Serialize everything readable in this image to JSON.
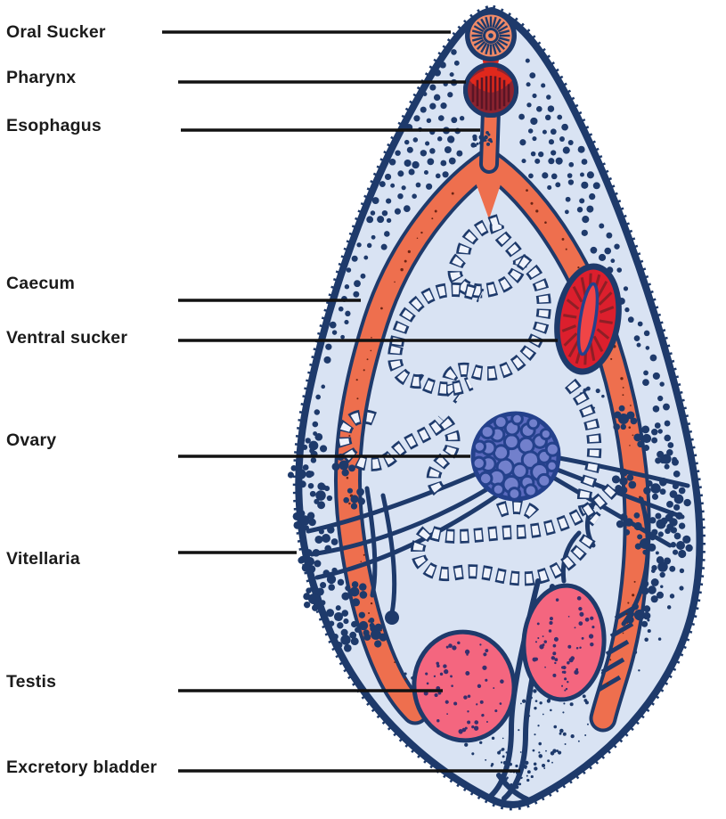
{
  "diagram": {
    "labels": [
      {
        "id": "oral-sucker",
        "text": "Oral Sucker"
      },
      {
        "id": "pharynx",
        "text": "Pharynx"
      },
      {
        "id": "esophagus",
        "text": "Esophagus"
      },
      {
        "id": "caecum",
        "text": "Caecum"
      },
      {
        "id": "ventral-sucker",
        "text": "Ventral sucker"
      },
      {
        "id": "ovary",
        "text": "Ovary"
      },
      {
        "id": "vitellaria",
        "text": "Vitellaria"
      },
      {
        "id": "testis",
        "text": "Testis"
      },
      {
        "id": "excretory-bladder",
        "text": "Excretory bladder"
      }
    ],
    "colors": {
      "outline_navy": "#1e3a6b",
      "body_fill": "#d9e3f3",
      "digestive_orange": "#ee6f4e",
      "sucker_salmon": "#f08a68",
      "pharynx_maroon": "#8e2430",
      "bright_red": "#e0281c",
      "ventral_red": "#dc1f2d",
      "slit_red": "#f04546",
      "striation_maroon": "#8e1f26",
      "ovary_periwinkle": "#5b6abe",
      "ovary_lobule": "#7280cc",
      "egg_white": "#eef2fb",
      "testis_pink": "#f4667f",
      "speck_purple": "#372f6e",
      "ink_speck": "#6b2414",
      "leader_black": "#121212"
    }
  }
}
